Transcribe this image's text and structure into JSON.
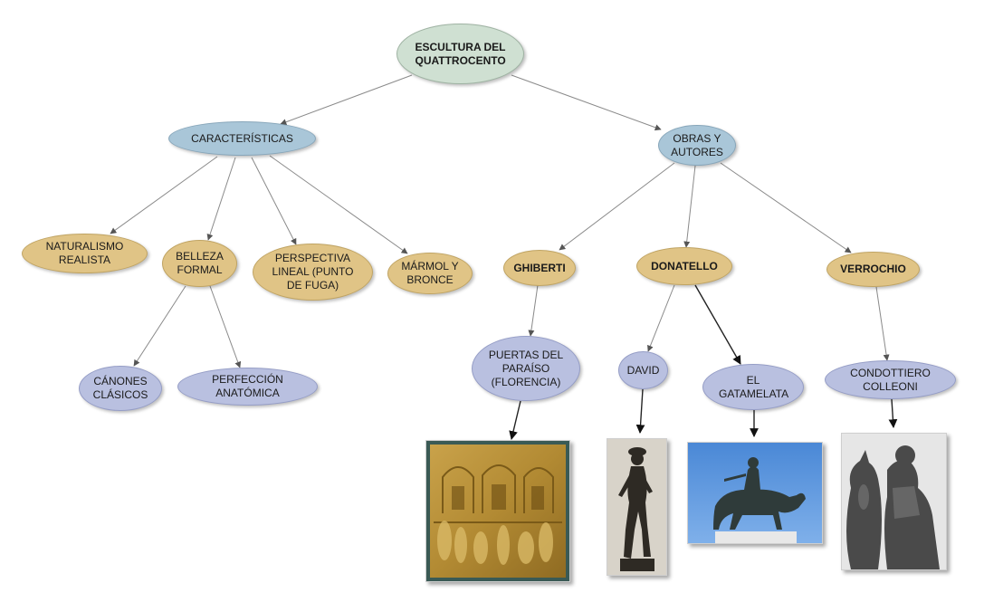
{
  "diagram": {
    "root": "ESCULTURA DEL QUATTROCENTO",
    "caracteristicas": "CARACTERÍSTICAS",
    "obras": "OBRAS Y AUTORES",
    "naturalismo": "NATURALISMO REALISTA",
    "belleza": "BELLEZA FORMAL",
    "perspectiva": "PERSPECTIVA LINEAL (PUNTO DE FUGA)",
    "marmol": "MÁRMOL Y BRONCE",
    "canones": "CÁNONES CLÁSICOS",
    "perfeccion": "PERFECCIÓN ANATÓMICA",
    "ghiberti": "GHIBERTI",
    "donatello": "DONATELLO",
    "verrochio": "VERROCHIO",
    "puertas": "PUERTAS DEL PARAÍSO (FLORENCIA)",
    "david": "DAVID",
    "gatamelata": "EL GATAMELATA",
    "condottiero": "CONDOTTIERO COLLEONI"
  },
  "colors": {
    "root": "#cfe0d2",
    "concept": "#a9c6d8",
    "tan": "#e0c486",
    "leaf": "#b9c0e0",
    "line": "#8a8a8a",
    "line_dark": "#222222"
  }
}
